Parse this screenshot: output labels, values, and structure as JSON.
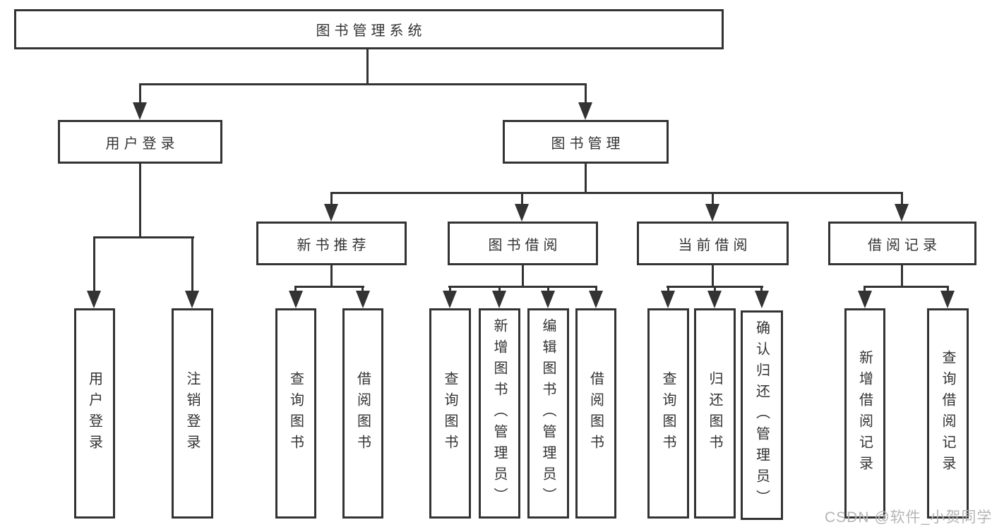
{
  "nodes": {
    "root": {
      "label": "图书管理系统"
    },
    "login": {
      "label": "用户登录"
    },
    "mgmt": {
      "label": "图书管理"
    },
    "rec": {
      "label": "新书推荐"
    },
    "borrow": {
      "label": "图书借阅"
    },
    "current": {
      "label": "当前借阅"
    },
    "record": {
      "label": "借阅记录"
    }
  },
  "children": {
    "login": [
      {
        "label": "用户登录"
      },
      {
        "label": "注销登录"
      }
    ],
    "rec": [
      {
        "label": "查询图书"
      },
      {
        "label": "借阅图书"
      }
    ],
    "borrow": [
      {
        "label": "查询图书"
      },
      {
        "label": "新增图书（管理员）"
      },
      {
        "label": "编辑图书（管理员）"
      },
      {
        "label": "借阅图书"
      }
    ],
    "current": [
      {
        "label": "查询图书"
      },
      {
        "label": "归还图书"
      },
      {
        "label": "确认归还（管理员）"
      }
    ],
    "record": [
      {
        "label": "新增借阅记录"
      },
      {
        "label": "查询借阅记录"
      }
    ]
  },
  "watermark": {
    "text": "CSDN @软件_小贺同学"
  },
  "colors": {
    "line": "#333333",
    "text": "#333333",
    "background": "#ffffff",
    "watermark": "#b5b5b5"
  }
}
